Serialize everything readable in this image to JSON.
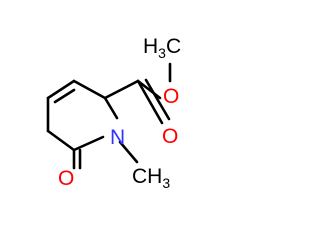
{
  "molecule": {
    "atoms": {
      "n1": "N",
      "o_carbonyl": "O",
      "o_ester_single": "O",
      "o_ester_double": "O",
      "methoxy_methyl": {
        "main": "H",
        "sub": "3",
        "tail": "C"
      },
      "n_methyl": {
        "main": "CH",
        "sub": "3"
      }
    },
    "colors": {
      "bond": "#000000",
      "nitrogen": "#3333ff",
      "oxygen": "#ff0000",
      "carbon": "#000000"
    }
  }
}
